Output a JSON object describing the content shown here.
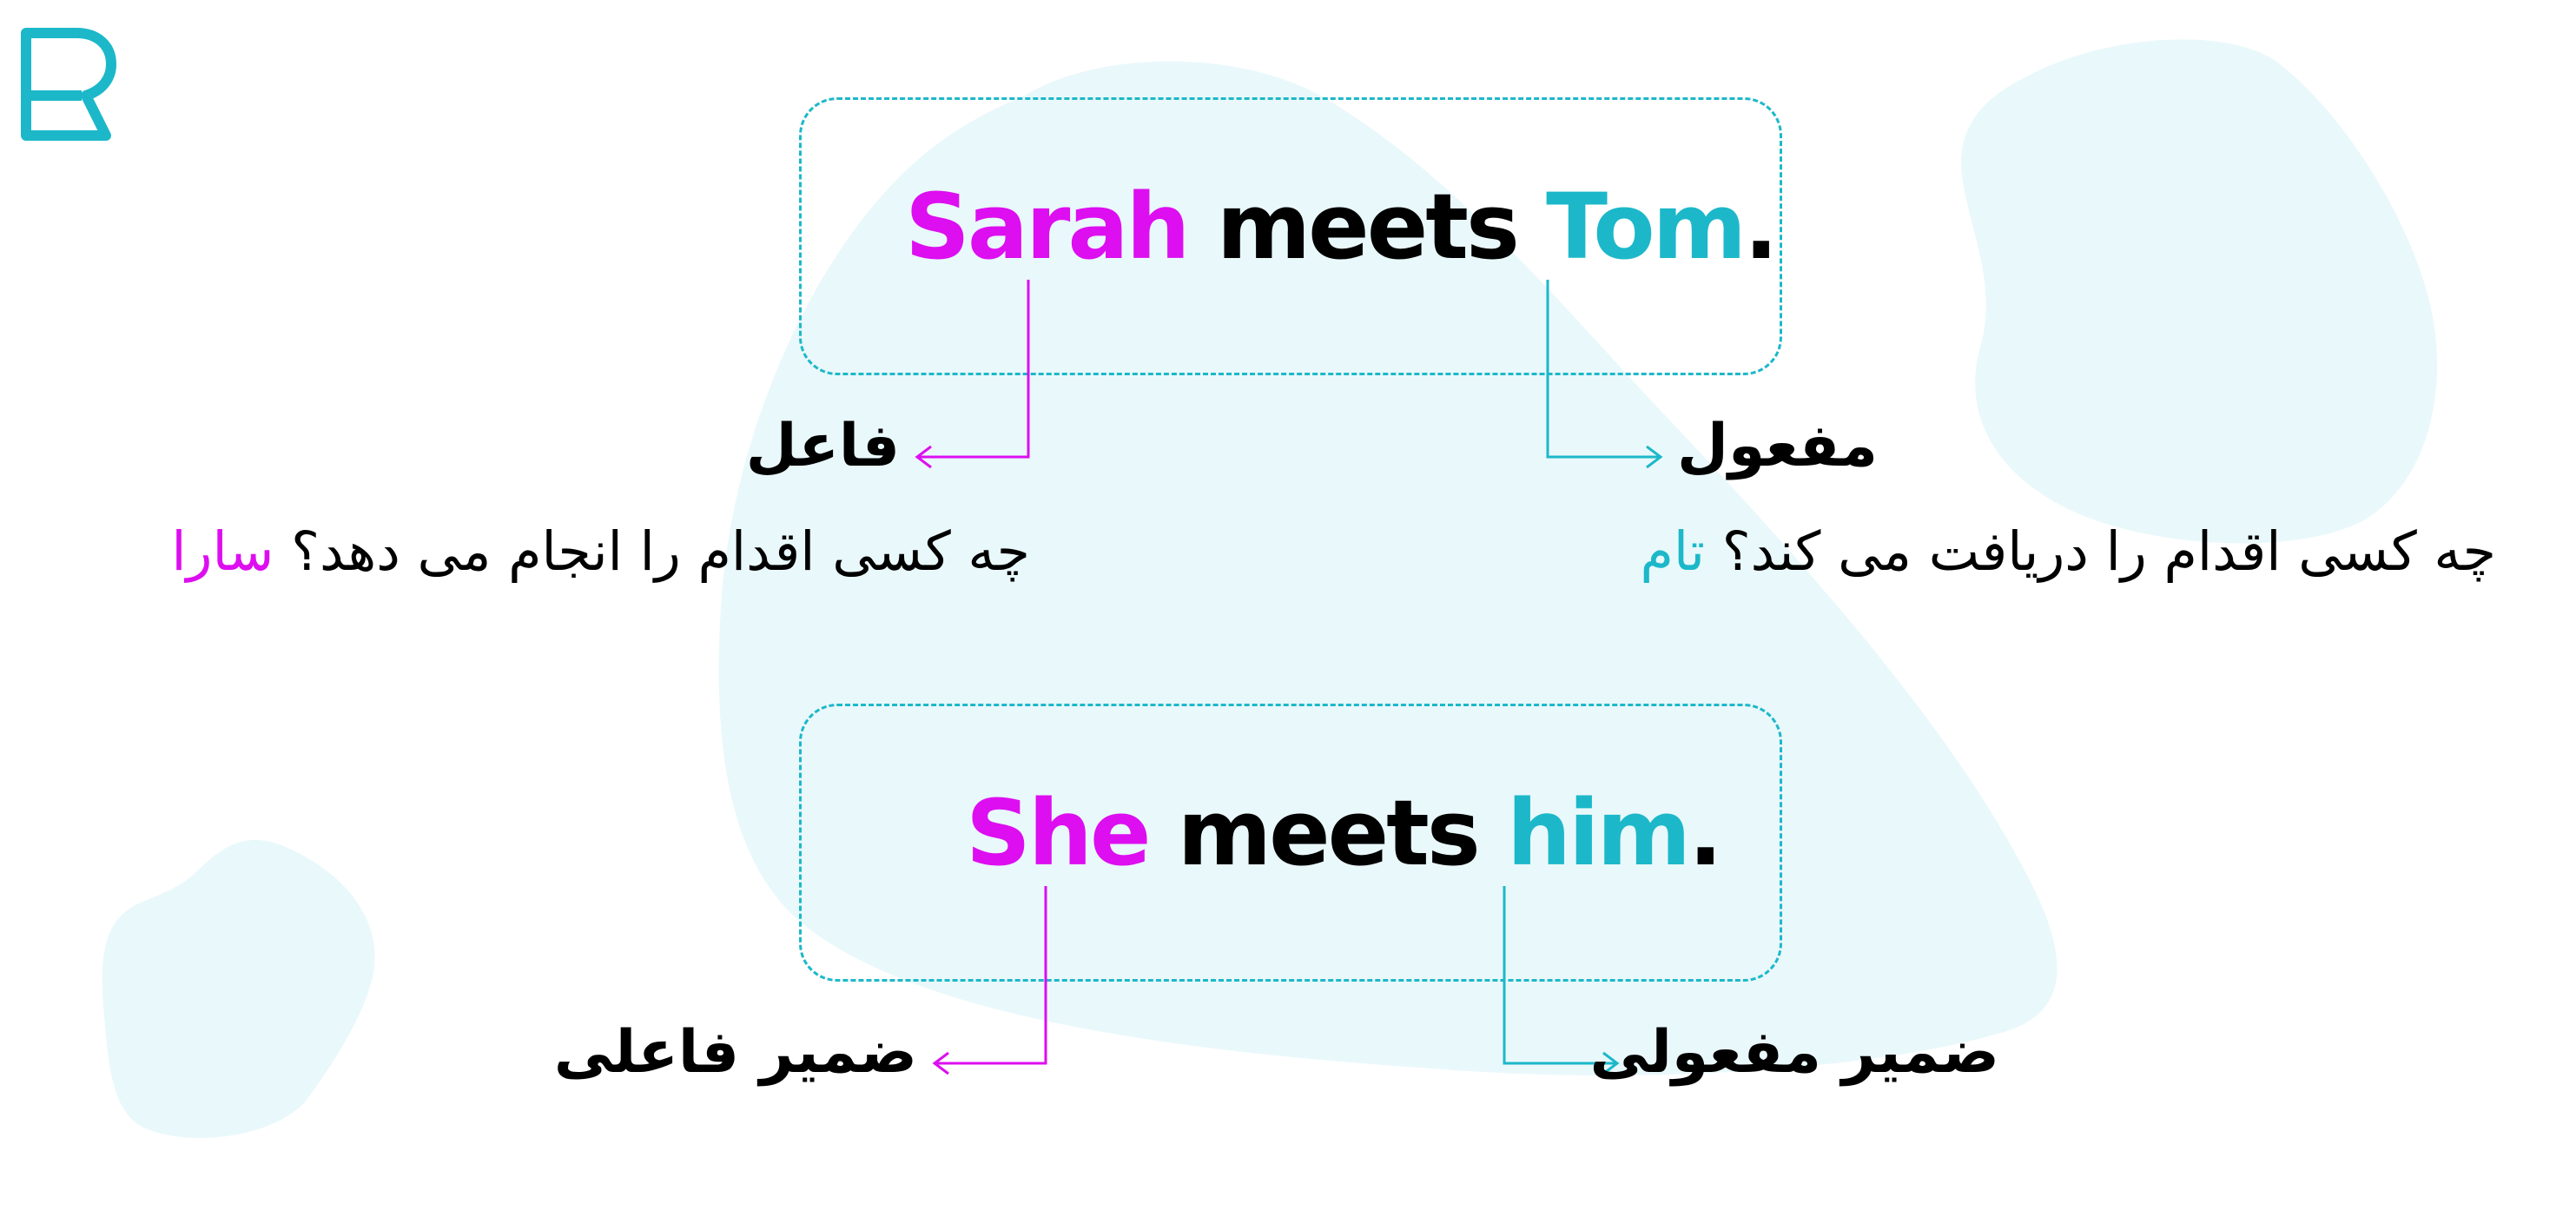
{
  "colors": {
    "subject": "#dd0ef0",
    "object": "#1cb8c9",
    "text": "#000000",
    "blob": "#e9f8fb"
  },
  "logo": {
    "icon": "r-logo-icon"
  },
  "example1": {
    "subject": "Sarah",
    "verb": "meets",
    "object": "Tom",
    "period": ".",
    "subject_label": "فاعل",
    "object_label": "مفعول",
    "subject_question": "چه کسی اقدام را انجام می دهد؟",
    "subject_answer": "سارا",
    "object_question": "چه کسی اقدام را دریافت می کند؟",
    "object_answer": "تام"
  },
  "example2": {
    "subject": "She",
    "verb": "meets",
    "object": "him",
    "period": ".",
    "subject_label": "ضمیر فاعلی",
    "object_label": "ضمیر مفعولی"
  }
}
